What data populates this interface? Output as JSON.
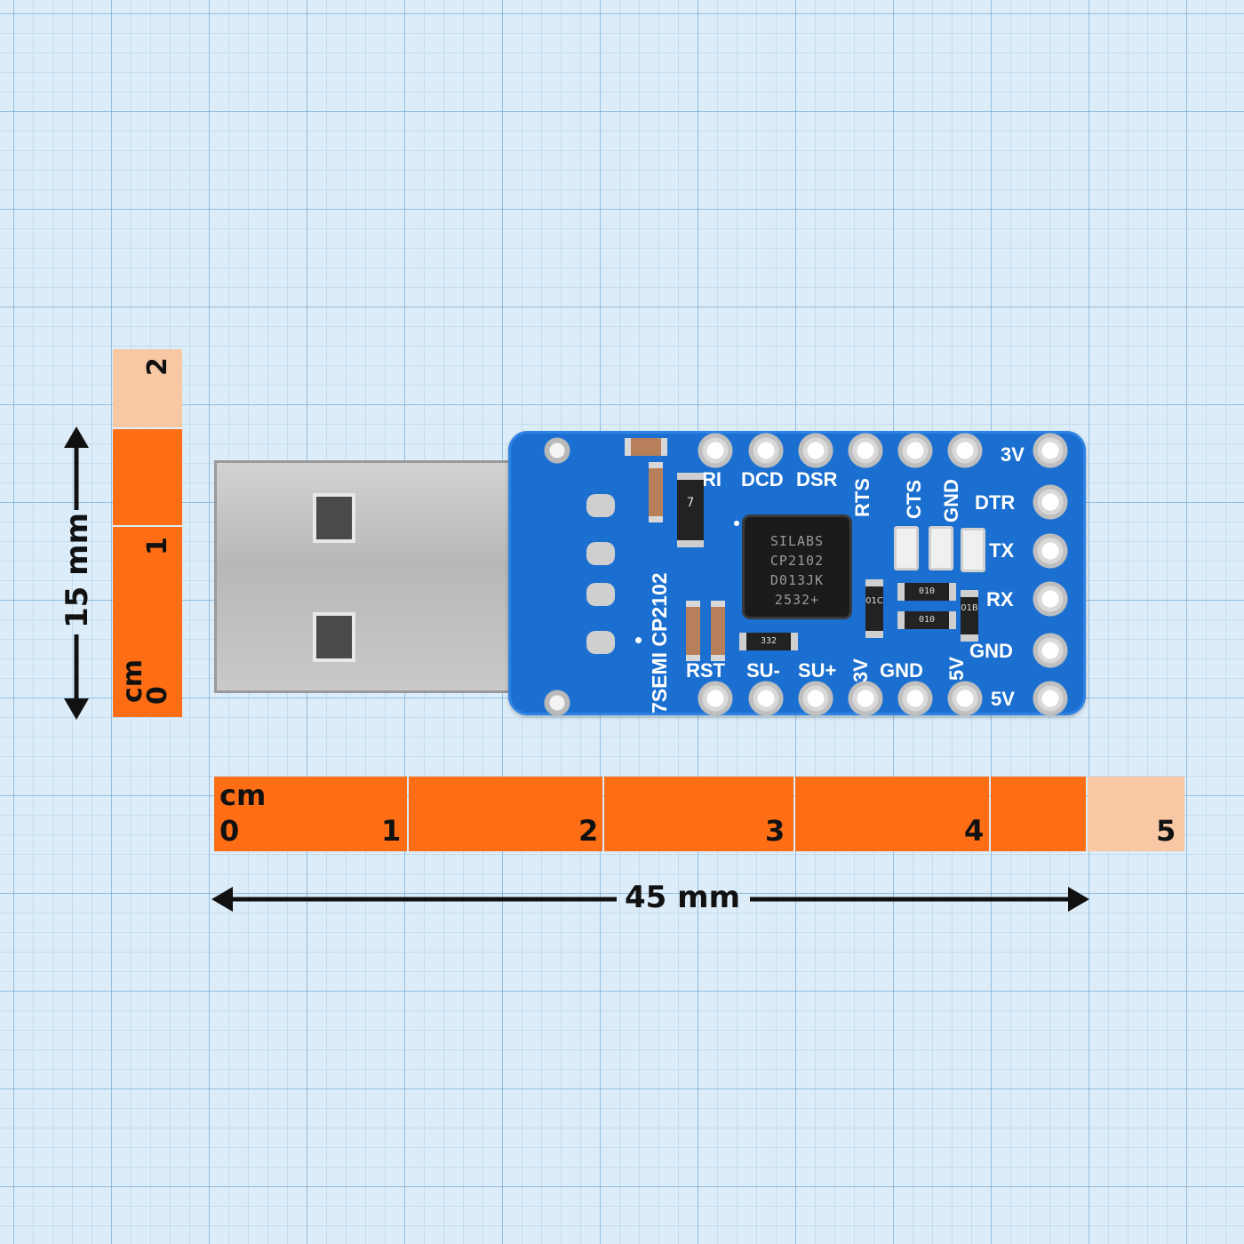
{
  "vertical_ruler": {
    "unit": "cm",
    "ticks": [
      "0",
      "1",
      "2"
    ],
    "dimension": "15 mm",
    "colors": {
      "active": "#ff6e14",
      "inactive": "#f8c7a4"
    }
  },
  "horizontal_ruler": {
    "unit": "cm",
    "ticks": [
      "0",
      "1",
      "2",
      "3",
      "4",
      "5"
    ],
    "dimension": "45 mm",
    "colors": {
      "active": "#ff6e14",
      "inactive": "#f8c7a4"
    }
  },
  "board": {
    "brand": "7SEMI CP2102",
    "chip_lines": [
      "SILABS",
      "CP2102",
      "D013JK",
      "2532+"
    ],
    "top_labels": [
      "RI",
      "DCD",
      "DSR",
      "RTS",
      "CTS",
      "GND"
    ],
    "right_labels": [
      "3V",
      "DTR",
      "TX",
      "RX",
      "GND",
      "5V"
    ],
    "bottom_labels": [
      "RST",
      "SU-",
      "SU+",
      "3V",
      "GND",
      "5V"
    ],
    "component_marks": {
      "r1": "01C",
      "r2": "010",
      "r3": "010",
      "r4": "01B",
      "r5": "332",
      "d1": "7"
    },
    "colors": {
      "pcb": "#1b6fd0",
      "ruler": "#ff6e14"
    }
  }
}
